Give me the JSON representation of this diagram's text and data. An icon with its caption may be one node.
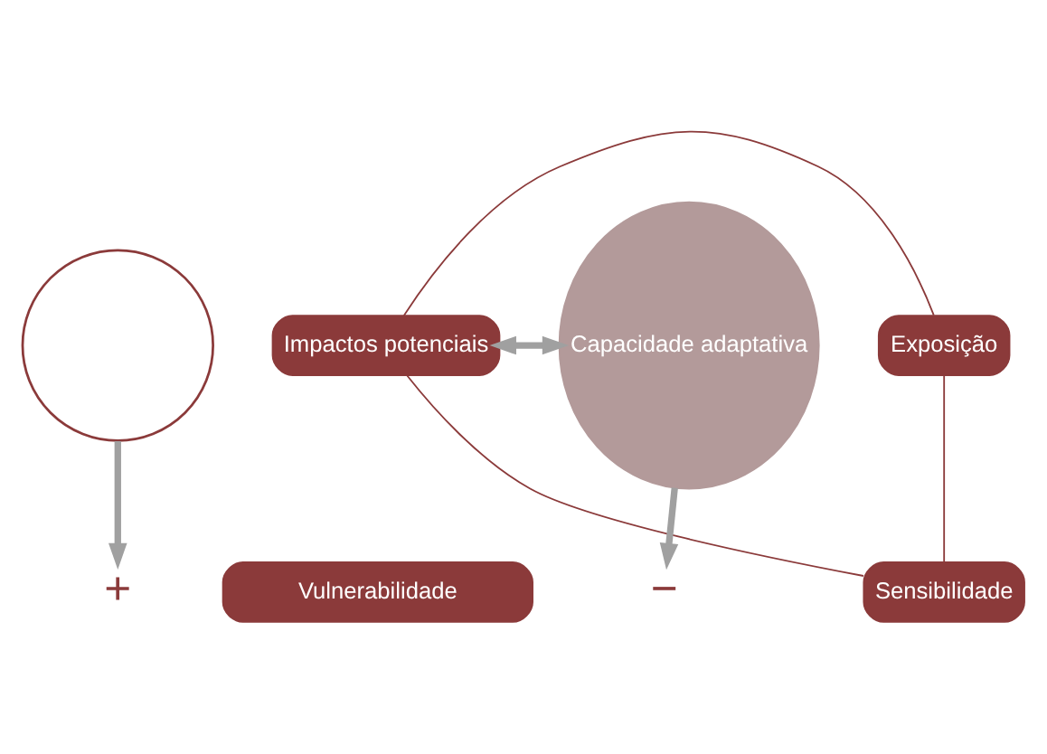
{
  "diagram": {
    "nodes": [
      {
        "text": [],
        "shape": "circle"
      },
      {
        "text": [
          "Exposição"
        ]
      },
      {
        "text": [
          "Sensibilidade"
        ]
      },
      {
        "text": [
          "Impactos potenciais"
        ]
      },
      {
        "text": [
          "Capacidade adaptativa"
        ]
      },
      {
        "text": [
          "+"
        ]
      },
      {
        "text": [
          "Vulnerabilidade"
        ]
      },
      {
        "text": [
          "−"
        ]
      }
    ],
    "edges": [
      {
        "from": 1,
        "to": 2,
        "arrow": "none",
        "color": "#8b3a3a"
      },
      {
        "from": 1,
        "to": 3,
        "arrow": "none",
        "color": "#8b3a3a"
      },
      {
        "from": 2,
        "to": 3,
        "arrow": "none",
        "color": "#8b3a3a"
      },
      {
        "from": 3,
        "to": 4,
        "arrow": "both",
        "style": "thick",
        "color": "#a0a0a0"
      },
      {
        "from": 0,
        "to": 5,
        "arrow": "to",
        "style": "thick",
        "color": "#a0a0a0"
      },
      {
        "from": 4,
        "to": 7,
        "arrow": "to",
        "style": "thick",
        "color": "#a0a0a0"
      }
    ]
  }
}
